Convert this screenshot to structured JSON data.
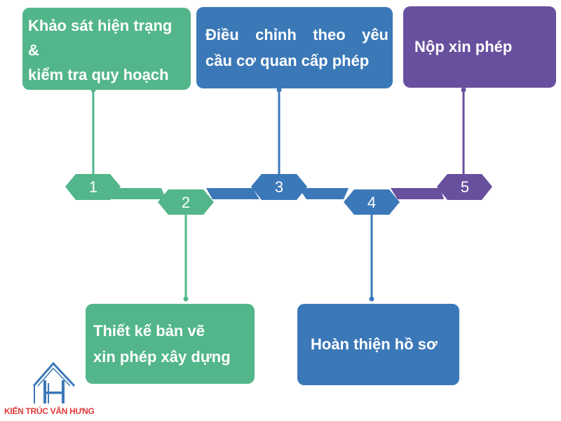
{
  "steps": [
    {
      "number": "1",
      "lines": [
        "Khảo sát hiện trạng",
        "&",
        "kiểm tra quy hoạch"
      ],
      "color": "#52b68a"
    },
    {
      "number": "2",
      "lines": [
        "Thiết kế bản vẽ",
        "xin phép xây dựng"
      ],
      "color": "#52b68a"
    },
    {
      "number": "3",
      "lines": [
        "Điều chỉnh theo yêu",
        "cầu cơ quan cấp phép"
      ],
      "color": "#3b78b8"
    },
    {
      "number": "4",
      "lines": [
        "Hoàn thiện hồ sơ"
      ],
      "color": "#3b78b8"
    },
    {
      "number": "5",
      "lines": [
        "Nộp xin phép"
      ],
      "color": "#68509e"
    }
  ],
  "logo": {
    "text": "KIẾN TRÚC VĂN HƯNG",
    "mark": "house-h-logo"
  }
}
